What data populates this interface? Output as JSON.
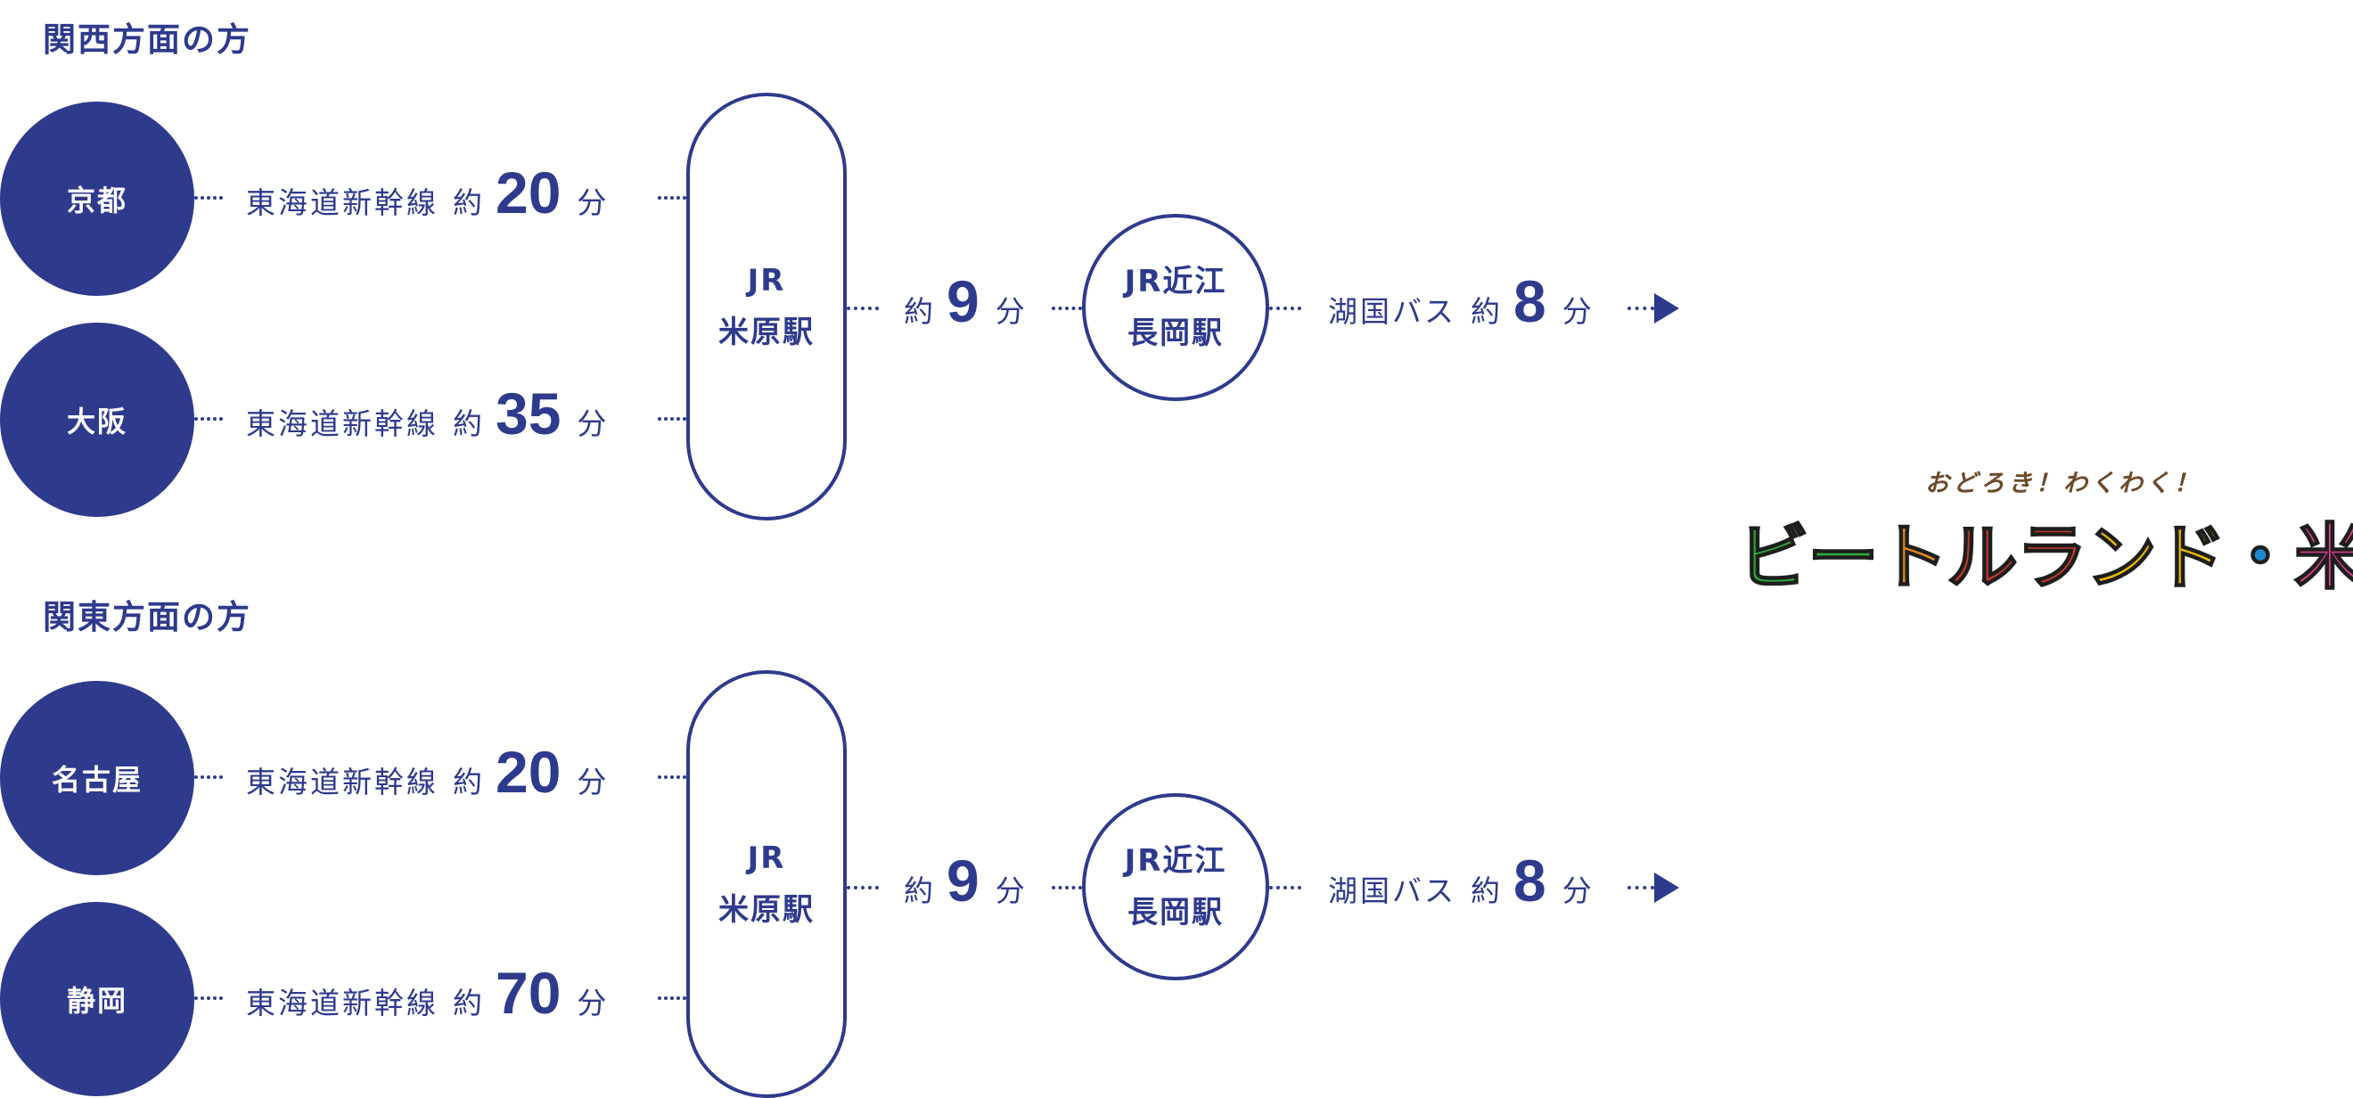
{
  "colors": {
    "primary": "#2e3a8c",
    "background": "#ffffff"
  },
  "sections": [
    {
      "title": "関西方面の方",
      "origins": [
        {
          "name": "京都",
          "route": "東海道新幹線",
          "approx": "約",
          "minutes": "20",
          "unit": "分"
        },
        {
          "name": "大阪",
          "route": "東海道新幹線",
          "approx": "約",
          "minutes": "35",
          "unit": "分"
        }
      ],
      "hub": {
        "line1": "JR",
        "line2": "米原駅"
      },
      "leg2": {
        "approx": "約",
        "minutes": "9",
        "unit": "分"
      },
      "station": {
        "line1": "JR近江",
        "line2": "長岡駅"
      },
      "leg3": {
        "route": "湖国バス",
        "approx": "約",
        "minutes": "8",
        "unit": "分"
      }
    },
    {
      "title": "関東方面の方",
      "origins": [
        {
          "name": "名古屋",
          "route": "東海道新幹線",
          "approx": "約",
          "minutes": "20",
          "unit": "分"
        },
        {
          "name": "静岡",
          "route": "東海道新幹線",
          "approx": "約",
          "minutes": "70",
          "unit": "分"
        }
      ],
      "hub": {
        "line1": "JR",
        "line2": "米原駅"
      },
      "leg2": {
        "approx": "約",
        "minutes": "9",
        "unit": "分"
      },
      "station": {
        "line1": "JR近江",
        "line2": "長岡駅"
      },
      "leg3": {
        "route": "湖国バス",
        "approx": "約",
        "minutes": "8",
        "unit": "分"
      }
    }
  ],
  "logo": {
    "tagline": "おどろき！わくわく！",
    "text": "ビートルランド・米原",
    "colors": [
      "#2fa83a",
      "#2fa83a",
      "#e08a1a",
      "#c0392b",
      "#c0392b",
      "#e6b800",
      "#e6b800",
      "#1d8ad6",
      "#e33c8f",
      "#e33c8f"
    ]
  }
}
